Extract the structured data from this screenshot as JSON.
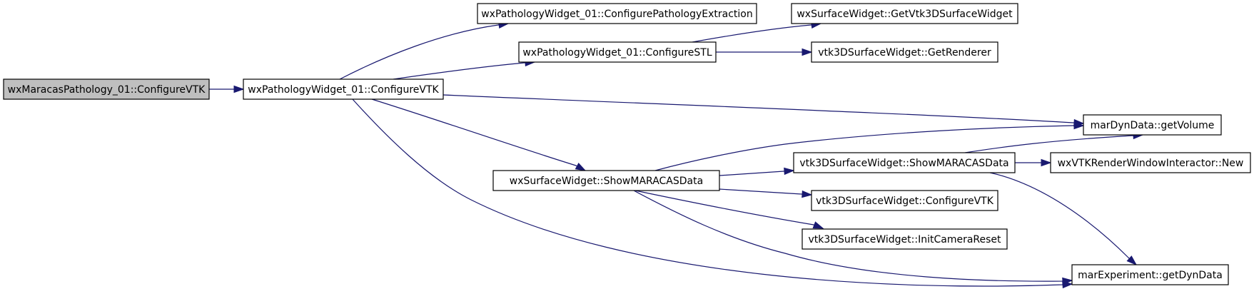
{
  "graph": {
    "nodes": [
      {
        "id": "root",
        "label": "wxMaracasPathology_01::ConfigureVTK",
        "highlighted": true
      },
      {
        "id": "pw_configureVTK",
        "label": "wxPathologyWidget_01::ConfigureVTK"
      },
      {
        "id": "pw_configurePathologyExtraction",
        "label": "wxPathologyWidget_01::ConfigurePathologyExtraction"
      },
      {
        "id": "pw_configureSTL",
        "label": "wxPathologyWidget_01::ConfigureSTL"
      },
      {
        "id": "sw_getVtk3DSurfaceWidget",
        "label": "wxSurfaceWidget::GetVtk3DSurfaceWidget"
      },
      {
        "id": "v3d_getRenderer",
        "label": "vtk3DSurfaceWidget::GetRenderer"
      },
      {
        "id": "md_getVolume",
        "label": "marDynData::getVolume"
      },
      {
        "id": "sw_showMARACASData",
        "label": "wxSurfaceWidget::ShowMARACASData"
      },
      {
        "id": "v3d_showMARACASData",
        "label": "vtk3DSurfaceWidget::ShowMARACASData"
      },
      {
        "id": "rwi_new",
        "label": "wxVTKRenderWindowInteractor::New"
      },
      {
        "id": "v3d_configureVTK",
        "label": "vtk3DSurfaceWidget::ConfigureVTK"
      },
      {
        "id": "v3d_initCameraReset",
        "label": "vtk3DSurfaceWidget::InitCameraReset"
      },
      {
        "id": "me_getDynData",
        "label": "marExperiment::getDynData"
      }
    ],
    "edges": [
      {
        "from": "root",
        "to": "pw_configureVTK"
      },
      {
        "from": "pw_configureVTK",
        "to": "pw_configurePathologyExtraction"
      },
      {
        "from": "pw_configureVTK",
        "to": "pw_configureSTL"
      },
      {
        "from": "pw_configureVTK",
        "to": "md_getVolume"
      },
      {
        "from": "pw_configureVTK",
        "to": "sw_showMARACASData"
      },
      {
        "from": "pw_configureVTK",
        "to": "me_getDynData"
      },
      {
        "from": "pw_configureSTL",
        "to": "sw_getVtk3DSurfaceWidget"
      },
      {
        "from": "pw_configureSTL",
        "to": "v3d_getRenderer"
      },
      {
        "from": "sw_showMARACASData",
        "to": "md_getVolume"
      },
      {
        "from": "sw_showMARACASData",
        "to": "v3d_showMARACASData"
      },
      {
        "from": "sw_showMARACASData",
        "to": "v3d_configureVTK"
      },
      {
        "from": "sw_showMARACASData",
        "to": "v3d_initCameraReset"
      },
      {
        "from": "sw_showMARACASData",
        "to": "me_getDynData"
      },
      {
        "from": "v3d_showMARACASData",
        "to": "md_getVolume"
      },
      {
        "from": "v3d_showMARACASData",
        "to": "rwi_new"
      },
      {
        "from": "v3d_showMARACASData",
        "to": "me_getDynData"
      }
    ]
  },
  "colors": {
    "edge": "#191970",
    "root_fill": "#bfbfbf",
    "node_fill": "#ffffff",
    "node_border": "#000000"
  }
}
